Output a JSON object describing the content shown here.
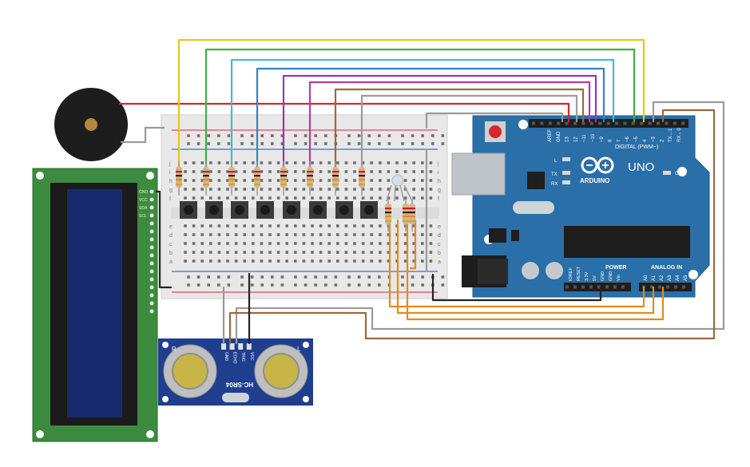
{
  "arduino": {
    "brand": "ARDUINO",
    "model": "UNO",
    "on_label": "ON",
    "digital_header": "DIGITAL (PWM~)",
    "power_header": "POWER",
    "analog_header": "ANALOG IN",
    "l_label": "L",
    "tx_label": "TX",
    "rx_label": "RX",
    "digital_pins": [
      "AREF",
      "GND",
      "13",
      "12",
      "~11",
      "~10",
      "~9",
      "8",
      "7",
      "~6",
      "~5",
      "4",
      "~3",
      "2",
      "TX→1",
      "RX←0"
    ],
    "power_pins": [
      "IOREF",
      "RESET",
      "3.3V",
      "5V",
      "GND",
      "GND",
      "Vin"
    ],
    "analog_pins": [
      "A0",
      "A1",
      "A2",
      "A3",
      "A4",
      "A5"
    ]
  },
  "breadboard": {
    "row_letters_top": [
      "j",
      "i",
      "h",
      "g",
      "f"
    ],
    "row_letters_bottom": [
      "e",
      "d",
      "c",
      "b",
      "a"
    ],
    "columns": 30
  },
  "lcd": {
    "pins": [
      "GND",
      "VCC",
      "SDA",
      "SCL"
    ]
  },
  "sonar": {
    "model": "HC-SR04",
    "pins": [
      "GND",
      "ECHO",
      "TRIG",
      "VCC"
    ],
    "left_mark": "R",
    "right_mark": "L"
  },
  "colors": {
    "board": "#2a6fa8",
    "yellow": "#e8c61a",
    "green": "#3fae49",
    "cyan": "#4ab6cf",
    "blue": "#2f84c4",
    "purple": "#8a3fa8",
    "magenta": "#b53c9e",
    "brown": "#9b6a3c",
    "gray": "#9a9a9a",
    "red": "#d8262a",
    "orange": "#e48b1c",
    "black": "#222222"
  }
}
